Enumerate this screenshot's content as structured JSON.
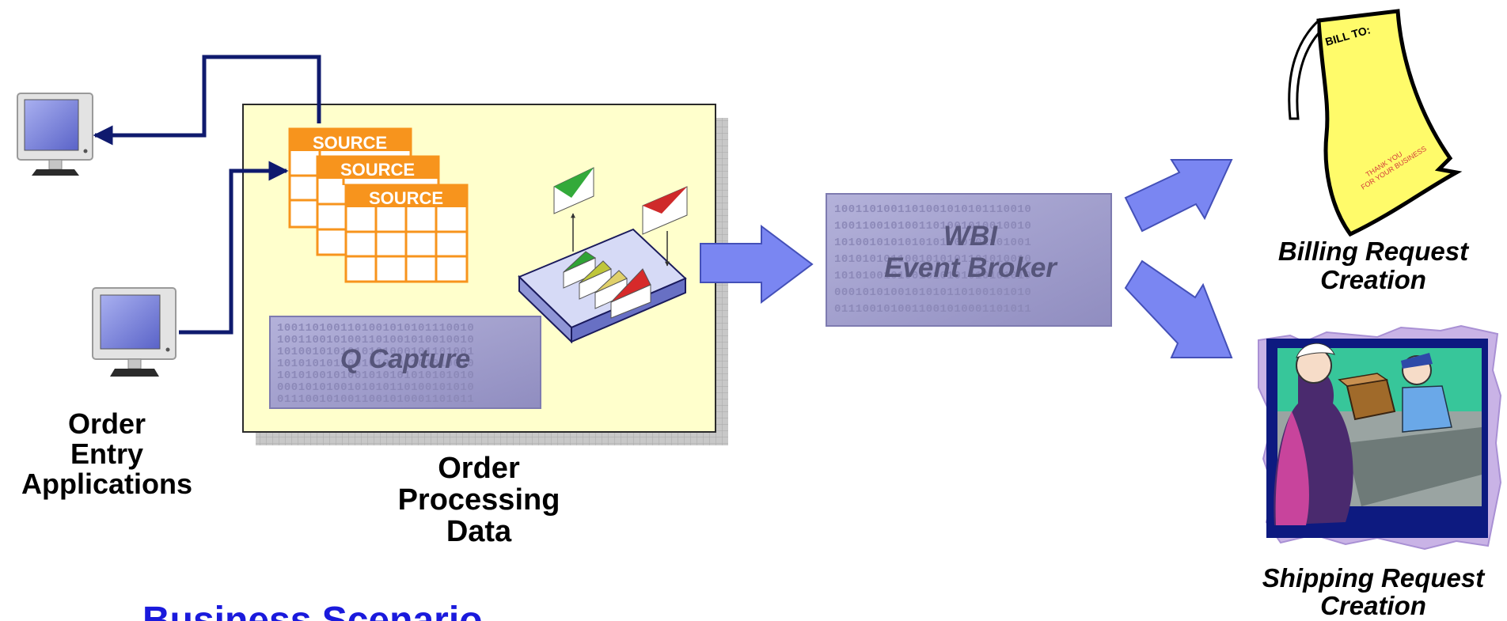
{
  "source_label": "SOURCE",
  "wbi_box": {
    "line1": "WBI",
    "line2": "Event Broker",
    "binary": [
      "1001101001101001010101110010",
      "1001100101001101001010010010",
      "1010010101010101000101101001",
      "1010101011001010101101010010",
      "1010100101001010101010101010",
      "0001010100101010110100101010",
      "0111001010011001010001101011"
    ]
  },
  "qcapture_box": {
    "label": "Q Capture",
    "binary": [
      "1001101001101001010101110010",
      "1001100101001101001010010010",
      "1010010101010101000101101001",
      "1010101011001010101101010010",
      "1010100101001010101010101010",
      "0001010100101010110100101010",
      "0111001010011001010001101011"
    ]
  },
  "order_entry_label": [
    "Order",
    "Entry",
    "Applications"
  ],
  "order_processing_label": [
    "Order",
    "Processing",
    "Data"
  ],
  "billing_label": [
    "Billing Request",
    "Creation"
  ],
  "shipping_label": [
    "Shipping Request",
    "Creation"
  ],
  "invoice_text": "BILL TO:",
  "invoice_thanks": [
    "THANK YOU",
    "FOR YOUR BUSINESS"
  ],
  "footer_title": "Business Scenario",
  "colors": {
    "panel": "#ffffcc",
    "arrow_blue": "#7a86f2",
    "source_orange": "#f7941d",
    "connector_navy": "#0f1a6e",
    "broker_purple": "#a19fcc",
    "footer_blue": "#1a1adc"
  }
}
